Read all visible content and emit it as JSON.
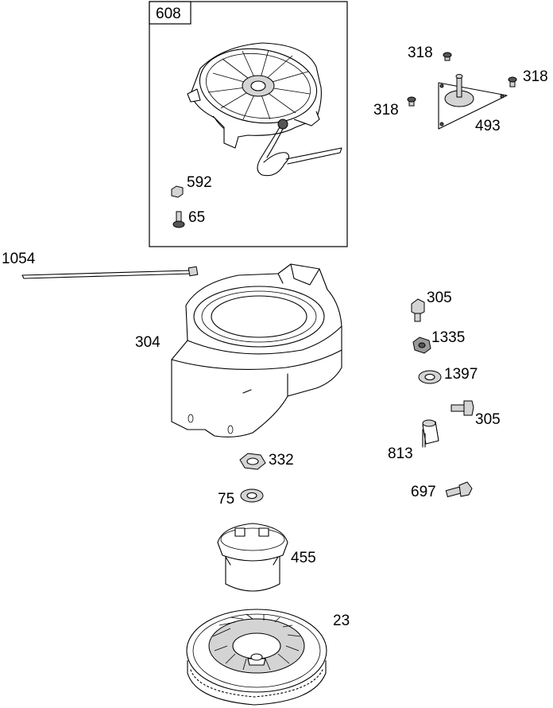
{
  "diagram": {
    "labels": {
      "608": "608",
      "318_top": "318",
      "318_right": "318",
      "318_left": "318",
      "493": "493",
      "592": "592",
      "65": "65",
      "1054": "1054",
      "305_top": "305",
      "1335": "1335",
      "304": "304",
      "1397": "1397",
      "305_bolt": "305",
      "813": "813",
      "332": "332",
      "697": "697",
      "75": "75",
      "455": "455",
      "23": "23"
    }
  }
}
